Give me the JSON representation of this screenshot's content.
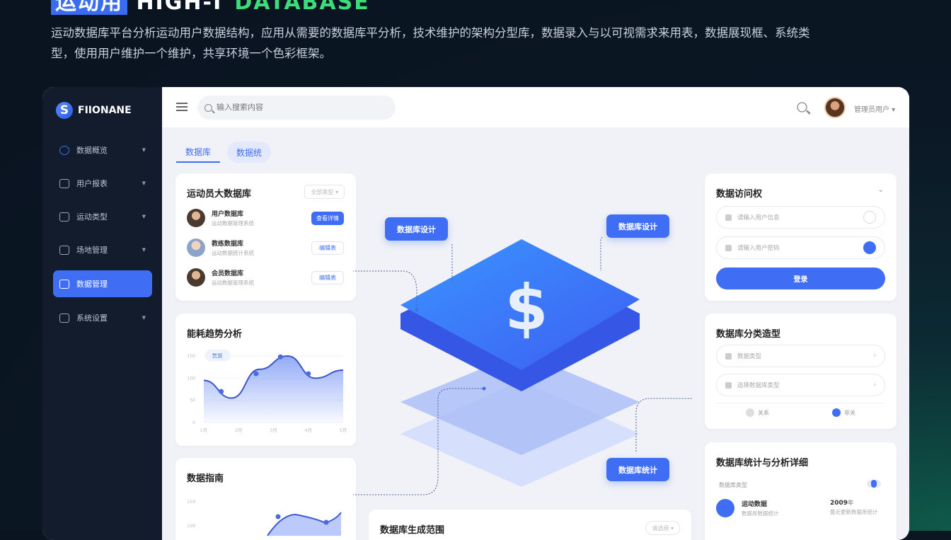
{
  "hero": {
    "title_highlight": "运动用",
    "title_main": "HIGH-T ",
    "title_green": "DATABASE",
    "description": "运动数据库平台分析运动用户数据结构，应用从需要的数据库平分析，技术维护的架构分型库，数据录入与以可视需求来用表，数据展现框、系统类型，使用用户维护一个维护，共享环境一个色彩框架。"
  },
  "sidebar": {
    "logo_mark": "S",
    "logo_text": "FIIONANE",
    "items": [
      {
        "label": "数据概览",
        "icon": "dashboard-icon"
      },
      {
        "label": "用户报表",
        "icon": "users-icon"
      },
      {
        "label": "运动类型",
        "icon": "box-icon"
      },
      {
        "label": "场地管理",
        "icon": "card-icon"
      },
      {
        "label": "数据管理",
        "icon": "list-icon",
        "active": true
      },
      {
        "label": "系统设置",
        "icon": "check-icon"
      }
    ]
  },
  "topbar": {
    "search_placeholder": "输入搜索内容",
    "user_name": "管理员用户"
  },
  "tabs": [
    {
      "label": "数据库"
    },
    {
      "label": "数据统"
    }
  ],
  "members_card": {
    "title": "运动员大数据库",
    "filter": "全部类型",
    "people": [
      {
        "name": "用户数据库",
        "sub": "运动数据管理系统",
        "action": "查看详情",
        "primary": true
      },
      {
        "name": "教练数据库",
        "sub": "运动数据统计系统",
        "action": "编辑表"
      },
      {
        "name": "会员数据库",
        "sub": "运动数据管理系统",
        "action": "编辑表"
      }
    ]
  },
  "chart_card": {
    "title": "能耗趋势分析",
    "legend": "数据"
  },
  "chart_data": {
    "type": "area",
    "x": [
      "1月",
      "2月",
      "3月",
      "4月",
      "5月"
    ],
    "y_ticks": [
      "0",
      "50",
      "100",
      "150"
    ],
    "ylim": [
      0,
      150
    ],
    "series": [
      {
        "values": [
          95,
          55,
          120,
          150,
          100,
          118
        ]
      }
    ],
    "points": [
      {
        "x": "1.5",
        "y": 70
      },
      {
        "x": "2.5",
        "y": 110
      },
      {
        "x": "3.2",
        "y": 148
      },
      {
        "x": "4.0",
        "y": 110
      }
    ],
    "grid": true
  },
  "bottom_chart_card": {
    "title": "数据指南",
    "y_ticks": [
      "150",
      "100"
    ]
  },
  "center": {
    "labels": [
      "数据库设计",
      "数据库设计",
      "数据库统计"
    ],
    "symbol": "$"
  },
  "bottom_center_card": {
    "title": "数据库生成范围",
    "select": "请选择"
  },
  "login_card": {
    "title": "数据访问权",
    "field1": "请输入用户信息",
    "field2": "请输入用户密码",
    "submit": "登录"
  },
  "type_card": {
    "title": "数据库分类造型",
    "field1": "数据类型",
    "field2": "选择数据库类型",
    "opt1": "关系",
    "opt2": "非关"
  },
  "stats_card": {
    "title": "数据库统计与分析详细",
    "header": "数据库类型",
    "row": {
      "name": "运动数据",
      "sub": "数据库数据统计",
      "value": "2009",
      "value_unit": "年",
      "note": "最近更新数据库统计"
    }
  },
  "colors": {
    "accent": "#3f6df3",
    "sidebar": "#121c2c",
    "green": "#3ddc7a"
  }
}
